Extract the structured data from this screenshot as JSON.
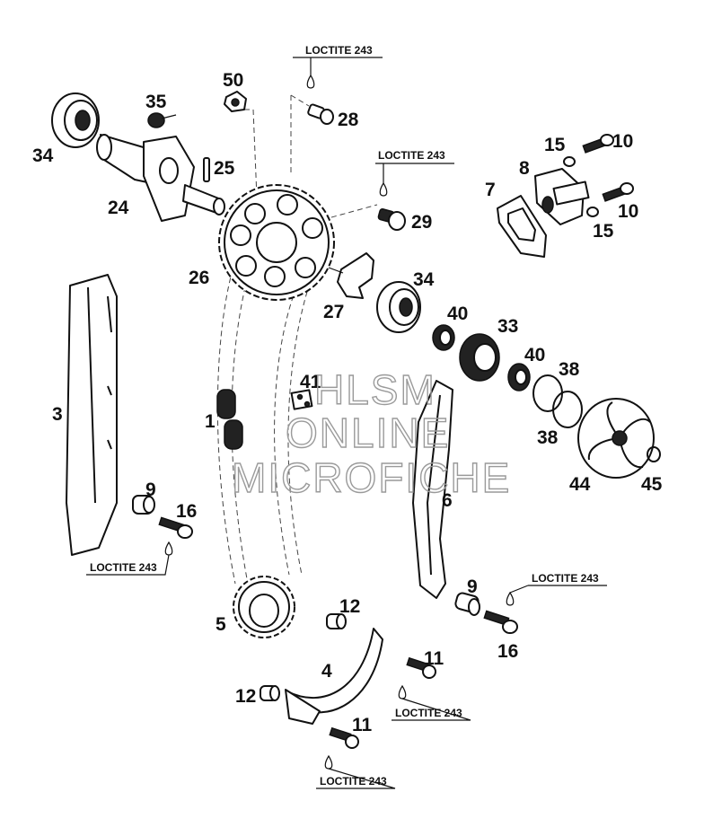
{
  "diagram": {
    "part_labels": {
      "p1": "1",
      "p3": "3",
      "p4": "4",
      "p5": "5",
      "p6": "6",
      "p7": "7",
      "p8": "8",
      "p9a": "9",
      "p9b": "9",
      "p10a": "10",
      "p10b": "10",
      "p11a": "11",
      "p11b": "11",
      "p12a": "12",
      "p12b": "12",
      "p15a": "15",
      "p15b": "15",
      "p16a": "16",
      "p16b": "16",
      "p24": "24",
      "p25": "25",
      "p26": "26",
      "p27": "27",
      "p28": "28",
      "p29": "29",
      "p33": "33",
      "p34a": "34",
      "p34b": "34",
      "p35": "35",
      "p38a": "38",
      "p38b": "38",
      "p40a": "40",
      "p40b": "40",
      "p41": "41",
      "p44": "44",
      "p45": "45",
      "p50": "50"
    },
    "loctite_label": "LOCTITE 243",
    "watermark": [
      "HLSM",
      "ONLINE",
      "MICROFICHE"
    ]
  }
}
